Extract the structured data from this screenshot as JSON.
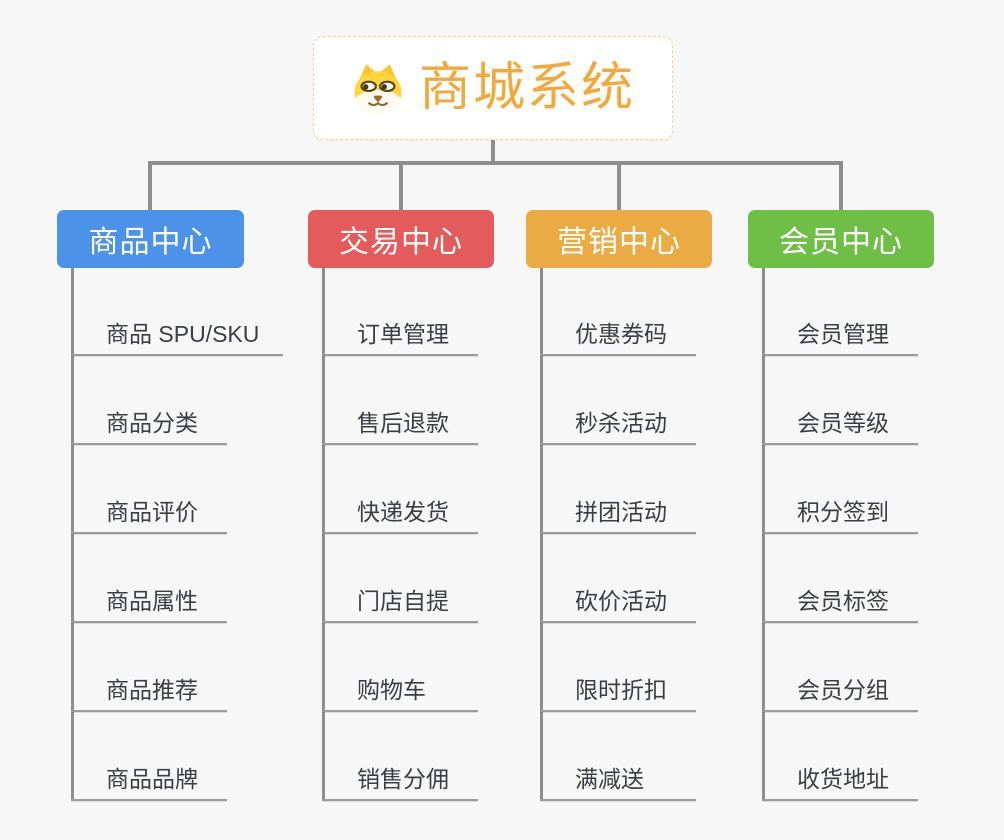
{
  "palette": {
    "background": "#f7f7f7",
    "connector": "#8e8e8e",
    "child_underline": "#9b9b9b",
    "child_text": "#3b3e43",
    "branch_text": "#ffffff"
  },
  "root": {
    "title": "商城系统",
    "icon": "dog-face-icon",
    "title_color": "#f2a93c",
    "border_color": "#f6d498",
    "background": "#ffffff"
  },
  "branches": [
    {
      "label": "商品中心",
      "color": "#4c92e8",
      "children": [
        "商品 SPU/SKU",
        "商品分类",
        "商品评价",
        "商品属性",
        "商品推荐",
        "商品品牌"
      ]
    },
    {
      "label": "交易中心",
      "color": "#e45b5b",
      "children": [
        "订单管理",
        "售后退款",
        "快递发货",
        "门店自提",
        "购物车",
        "销售分佣"
      ]
    },
    {
      "label": "营销中心",
      "color": "#ebab44",
      "children": [
        "优惠券码",
        "秒杀活动",
        "拼团活动",
        "砍价活动",
        "限时折扣",
        "满减送"
      ]
    },
    {
      "label": "会员中心",
      "color": "#6fbe45",
      "children": [
        "会员管理",
        "会员等级",
        "积分签到",
        "会员标签",
        "会员分组",
        "收货地址"
      ]
    }
  ]
}
